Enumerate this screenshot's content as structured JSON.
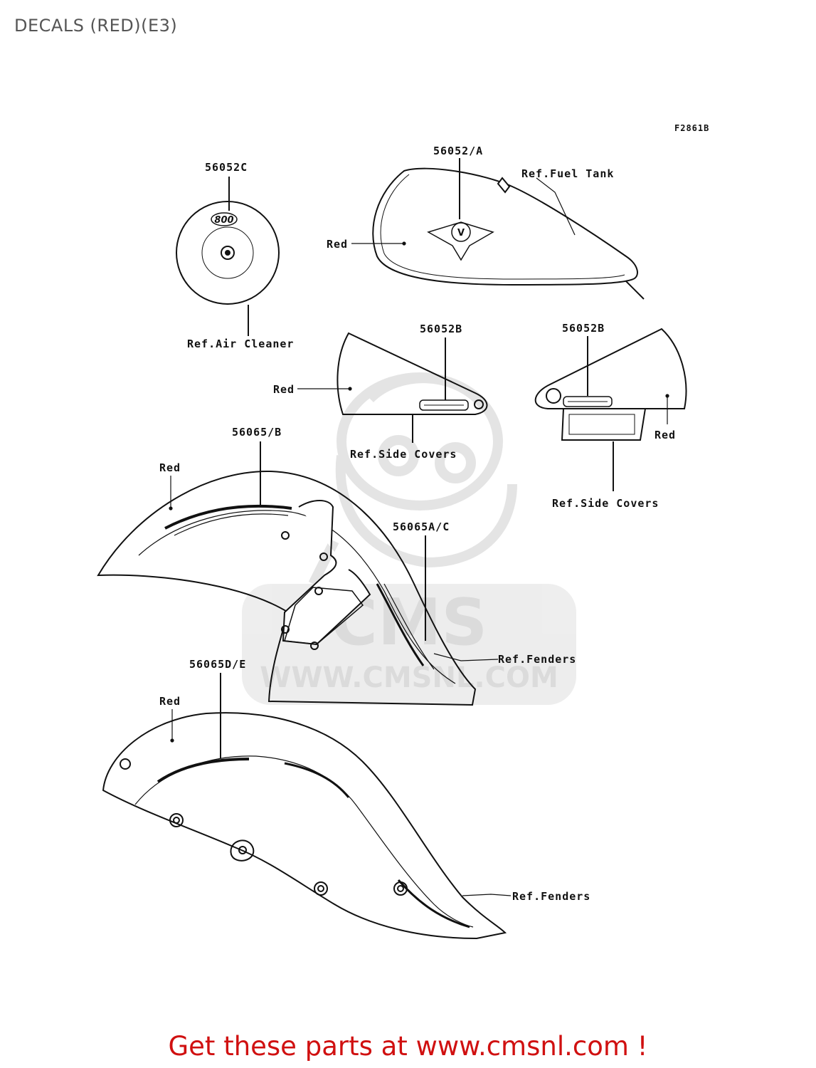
{
  "title": "DECALS (RED)(E3)",
  "figure_id": "F2861B",
  "labels": {
    "air_cleaner_part": "56052C",
    "air_cleaner_ref": "Ref.Air Cleaner",
    "tank_part": "56052/A",
    "tank_ref": "Ref.Fuel Tank",
    "tank_color": "Red",
    "side_left_part": "56052B",
    "side_left_color": "Red",
    "side_left_ref": "Ref.Side Covers",
    "side_right_part": "56052B",
    "side_right_color": "Red",
    "side_right_ref": "Ref.Side Covers",
    "front_fender_part_top": "56065/B",
    "front_fender_color": "Red",
    "front_fender_part_side": "56065A/C",
    "front_fender_ref": "Ref.Fenders",
    "rear_fender_part": "56065D/E",
    "rear_fender_color": "Red",
    "rear_fender_ref": "Ref.Fenders"
  },
  "badge_text": {
    "air_cleaner": "800",
    "tank_emblem": "V"
  },
  "watermark": {
    "brand": "CMS",
    "url": "WWW.CMSNL.COM"
  },
  "footer": {
    "cta": "Get these parts at www.cmsnl.com !"
  },
  "colors": {
    "cta": "#d01010",
    "title": "#555555",
    "watermark": "#e4e4e4"
  }
}
